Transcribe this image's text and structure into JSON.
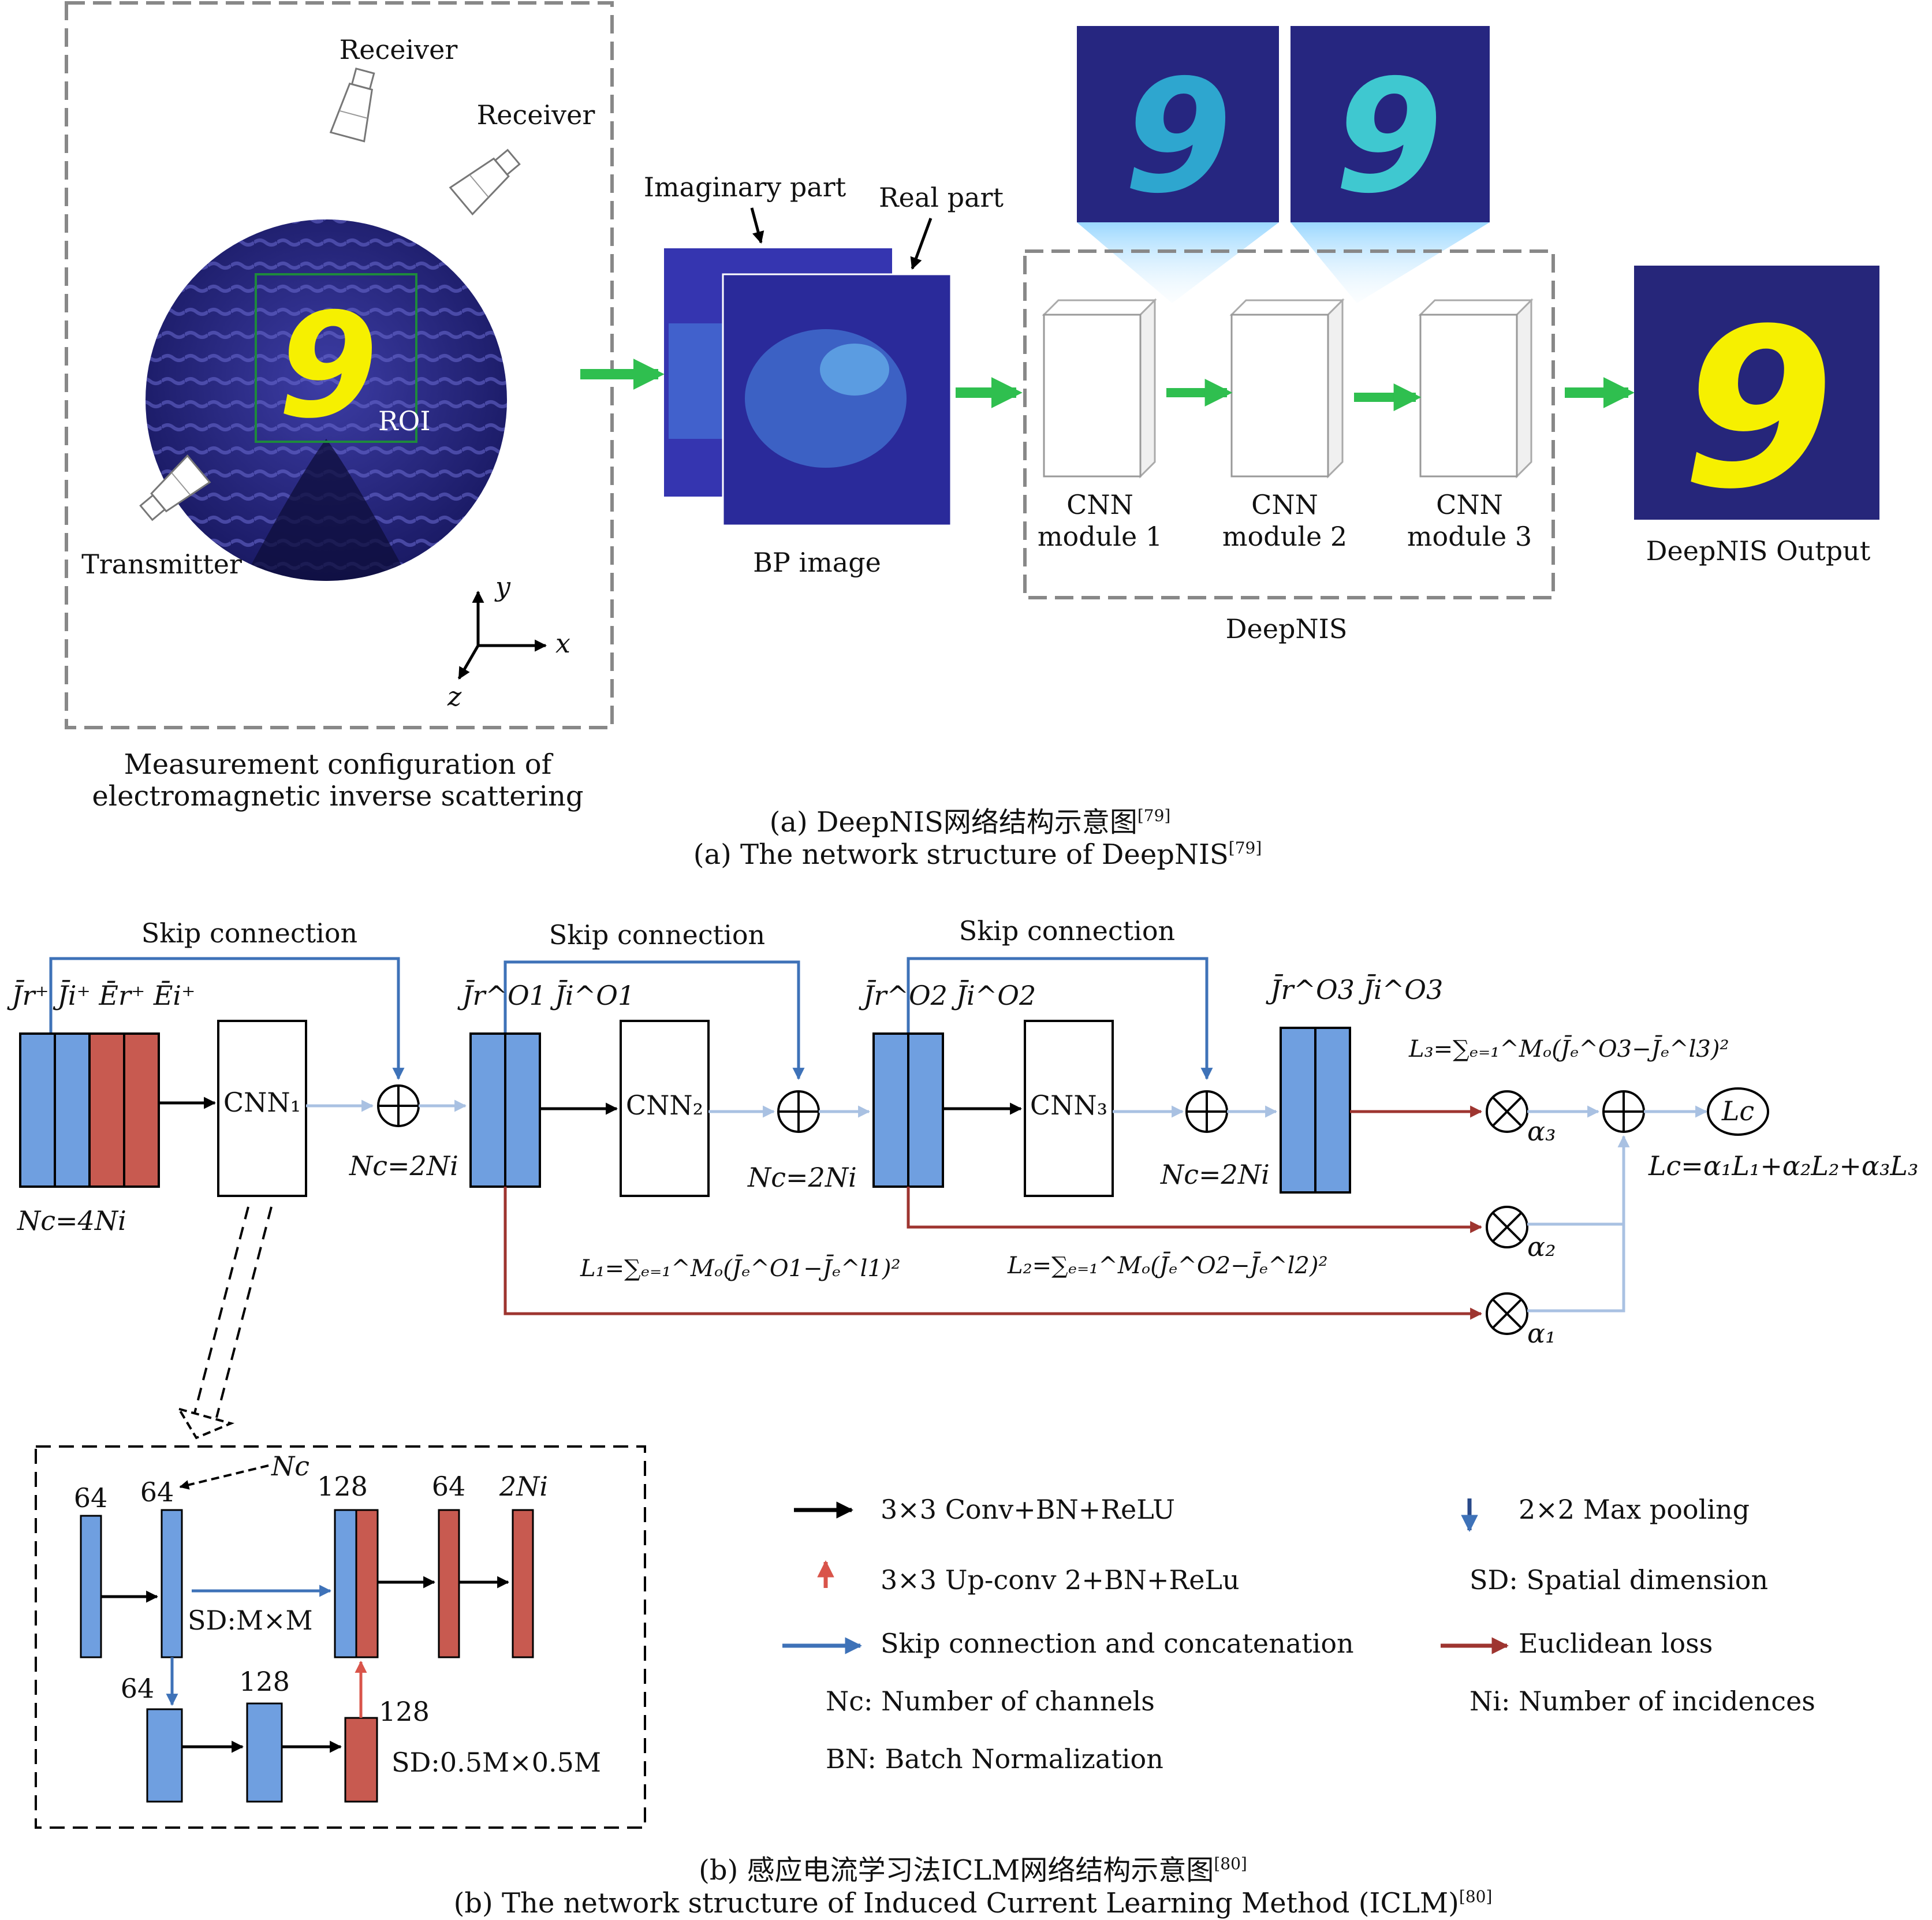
{
  "panel_a": {
    "receiver_top": "Receiver",
    "receiver_right": "Receiver",
    "transmitter": "Transmitter",
    "roi": "ROI",
    "axis_y": "y",
    "axis_x": "x",
    "axis_z": "z",
    "measurement_caption_1": "Measurement configuration of",
    "measurement_caption_2": "electromagnetic inverse scattering",
    "imaginary_part": "Imaginary part",
    "real_part": "Real part",
    "bp_image": "BP image",
    "cnn_1_line1": "CNN",
    "cnn_1_line2": "module 1",
    "cnn_2_line1": "CNN",
    "cnn_2_line2": "module 2",
    "cnn_3_line1": "CNN",
    "cnn_3_line2": "module 3",
    "deepnis": "DeepNIS",
    "deepnis_output": "DeepNIS Output",
    "digit": "9",
    "caption_cn": "(a) DeepNIS网络结构示意图",
    "caption_cn_ref": "[79]",
    "caption_en": "(a) The network structure of DeepNIS",
    "caption_en_ref": "[79]"
  },
  "panel_b": {
    "skip_1": "Skip connection",
    "skip_2": "Skip connection",
    "skip_3": "Skip connection",
    "input_labels": "J̄r⁺ J̄i⁺ Ēr⁺ Ēi⁺",
    "nc_input": "Nc=4Ni",
    "cnn1": "CNN₁",
    "cnn2": "CNN₂",
    "cnn3": "CNN₃",
    "nc_1": "Nc=2Ni",
    "nc_2": "Nc=2Ni",
    "nc_3": "Nc=2Ni",
    "j_o1": "J̄r^O1 J̄i^O1",
    "j_o2": "J̄r^O2 J̄i^O2",
    "j_o3": "J̄r^O3 J̄i^O3",
    "l3": "L₃=∑ₑ₌₁^Mₒ(J̄ₑ^O3−J̄ₑ^l3)²",
    "l2": "L₂=∑ₑ₌₁^Mₒ(J̄ₑ^O2−J̄ₑ^l2)²",
    "l1": "L₁=∑ₑ₌₁^Mₒ(J̄ₑ^O1−J̄ₑ^l1)²",
    "alpha3": "α₃",
    "alpha2": "α₂",
    "alpha1": "α₁",
    "lc": "Lc",
    "lc_eq": "Lc=α₁L₁+α₂L₂+α₃L₃",
    "unet": {
      "c64a": "64",
      "c64b": "64",
      "nc": "Nc",
      "c128a": "128",
      "c64c": "64",
      "c2ni": "2Ni",
      "sd_m": "SD:M×M",
      "c64d": "64",
      "c128b": "128",
      "c128c": "128",
      "sd_half": "SD:0.5M×0.5M"
    },
    "legend": {
      "conv": "3×3 Conv+BN+ReLU",
      "upconv": "3×3 Up-conv 2+BN+ReLu",
      "skip": "Skip connection and concatenation",
      "nc_def": "Nc: Number of channels",
      "bn_def": "BN: Batch Normalization",
      "maxpool": "2×2 Max pooling",
      "sd_def": "SD: Spatial dimension",
      "euclid": "Euclidean loss",
      "ni_def": "Ni: Number of incidences"
    },
    "caption_cn": "(b) 感应电流学习法ICLM网络结构示意图",
    "caption_cn_ref": "[80]",
    "caption_en": "(b) The network structure of Induced Current Learning Method (ICLM)",
    "caption_en_ref": "[80]"
  },
  "colors": {
    "blue_block": "#6f9fe0",
    "red_block": "#c85a50",
    "skip_blue": "#3e72b8",
    "light_arrow": "#a9c1e2",
    "loss_red": "#9e3530",
    "green_arrow": "#2fbf4f",
    "field_navy": "#26267a",
    "digit_yellow": "#f6f000"
  }
}
